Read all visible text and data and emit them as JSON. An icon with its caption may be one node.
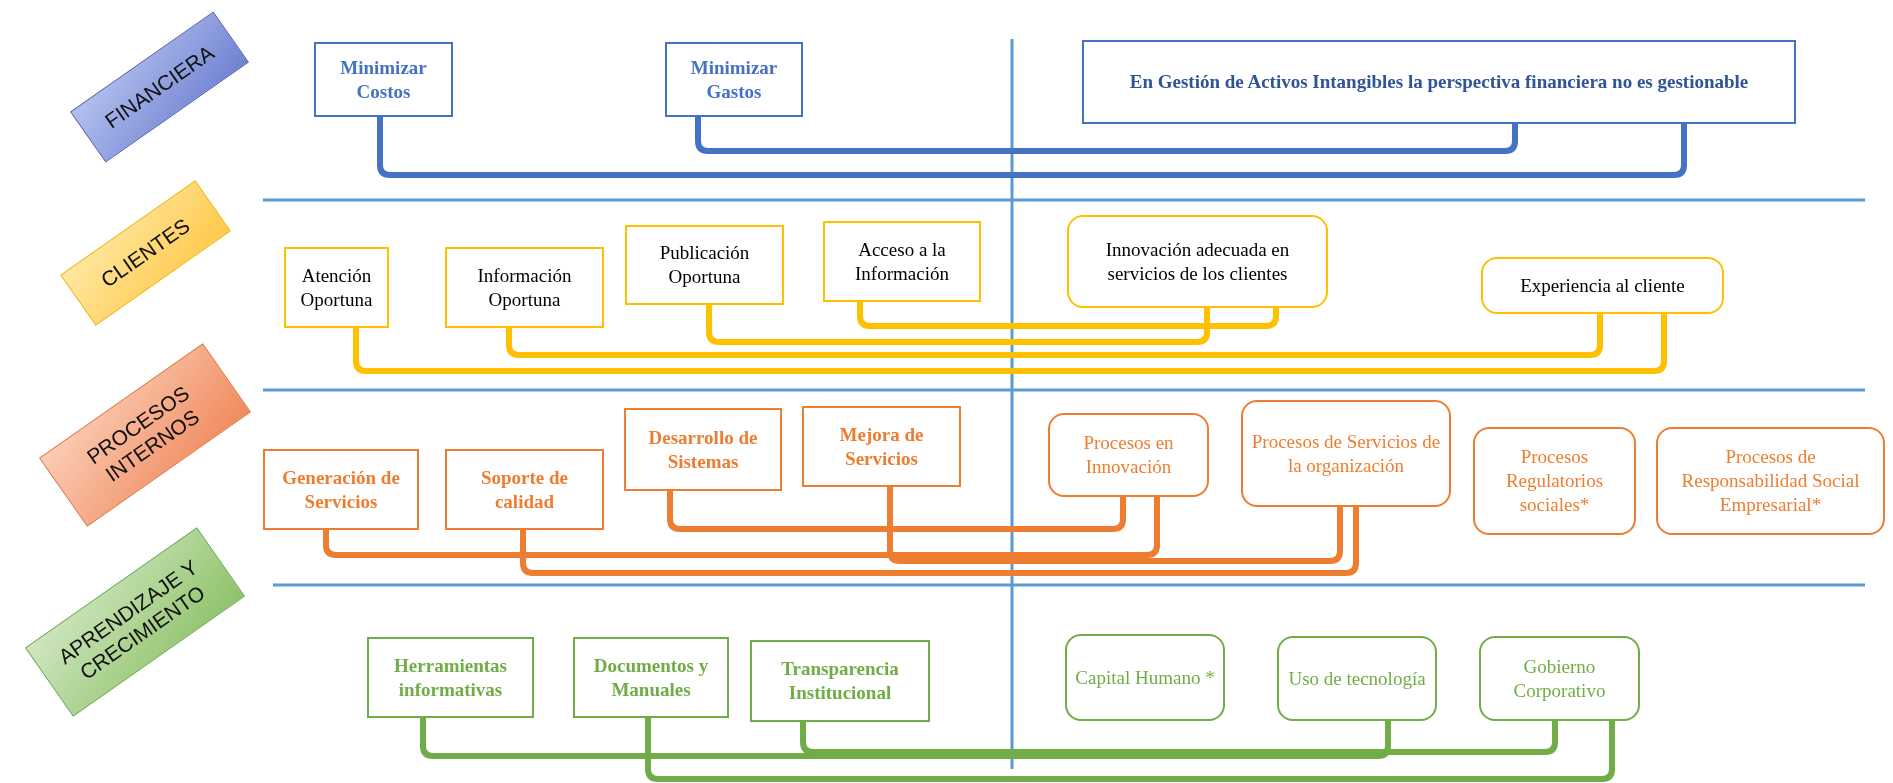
{
  "diagram": {
    "nodes": [
      {
        "text": [
          "FINANCIERA"
        ]
      },
      {
        "text": [
          "Minimizar Costos"
        ]
      },
      {
        "text": [
          "Minimizar Gastos"
        ]
      },
      {
        "text": [
          "En Gestión de Activos Intangibles la perspectiva financiera no es gestionable"
        ]
      },
      {
        "text": [
          "CLIENTES"
        ]
      },
      {
        "text": [
          "Atención Oportuna"
        ]
      },
      {
        "text": [
          "Información Oportuna"
        ]
      },
      {
        "text": [
          "Publicación Oportuna"
        ]
      },
      {
        "text": [
          "Acceso a la Información"
        ]
      },
      {
        "text": [
          "Innovación adecuada en servicios de los clientes"
        ]
      },
      {
        "text": [
          "Experiencia al cliente"
        ]
      },
      {
        "text": [
          "PROCESOS INTERNOS"
        ]
      },
      {
        "text": [
          "Generación de Servicios"
        ]
      },
      {
        "text": [
          "Soporte de calidad"
        ]
      },
      {
        "text": [
          "Desarrollo de Sistemas"
        ]
      },
      {
        "text": [
          "Mejora de Servicios"
        ]
      },
      {
        "text": [
          "Procesos en Innovación"
        ]
      },
      {
        "text": [
          "Procesos de Servicios de la organización"
        ]
      },
      {
        "text": [
          "Procesos Regulatorios sociales*"
        ]
      },
      {
        "text": [
          "Procesos de Responsabilidad Social Empresarial*"
        ]
      },
      {
        "text": [
          "APRENDIZAJE Y CRECIMIENTO"
        ]
      },
      {
        "text": [
          "Herramientas informativas"
        ]
      },
      {
        "text": [
          "Documentos y Manuales"
        ]
      },
      {
        "text": [
          "Transparencia Institucional"
        ]
      },
      {
        "text": [
          "Capital Humano *"
        ]
      },
      {
        "text": [
          "Uso de tecnología"
        ]
      },
      {
        "text": [
          "Gobierno Corporativo"
        ]
      }
    ],
    "edges": [
      {
        "from": 1,
        "to": 3,
        "arrow": "none",
        "color": "#4472c4"
      },
      {
        "from": 2,
        "to": 3,
        "arrow": "none",
        "color": "#4472c4"
      },
      {
        "from": 5,
        "to": 10,
        "arrow": "none",
        "color": "#ffc000"
      },
      {
        "from": 6,
        "to": 10,
        "arrow": "none",
        "color": "#ffc000"
      },
      {
        "from": 7,
        "to": 9,
        "arrow": "none",
        "color": "#ffc000"
      },
      {
        "from": 8,
        "to": 9,
        "arrow": "none",
        "color": "#ffc000"
      },
      {
        "from": 12,
        "to": 16,
        "arrow": "none",
        "color": "#ed7d31"
      },
      {
        "from": 14,
        "to": 16,
        "arrow": "none",
        "color": "#ed7d31"
      },
      {
        "from": 13,
        "to": 17,
        "arrow": "none",
        "color": "#ed7d31"
      },
      {
        "from": 15,
        "to": 17,
        "arrow": "none",
        "color": "#ed7d31"
      },
      {
        "from": 21,
        "to": 25,
        "arrow": "none",
        "color": "#70ad47"
      },
      {
        "from": 23,
        "to": 26,
        "arrow": "none",
        "color": "#70ad47"
      },
      {
        "from": 22,
        "to": 26,
        "arrow": "none",
        "color": "#70ad47"
      }
    ]
  }
}
